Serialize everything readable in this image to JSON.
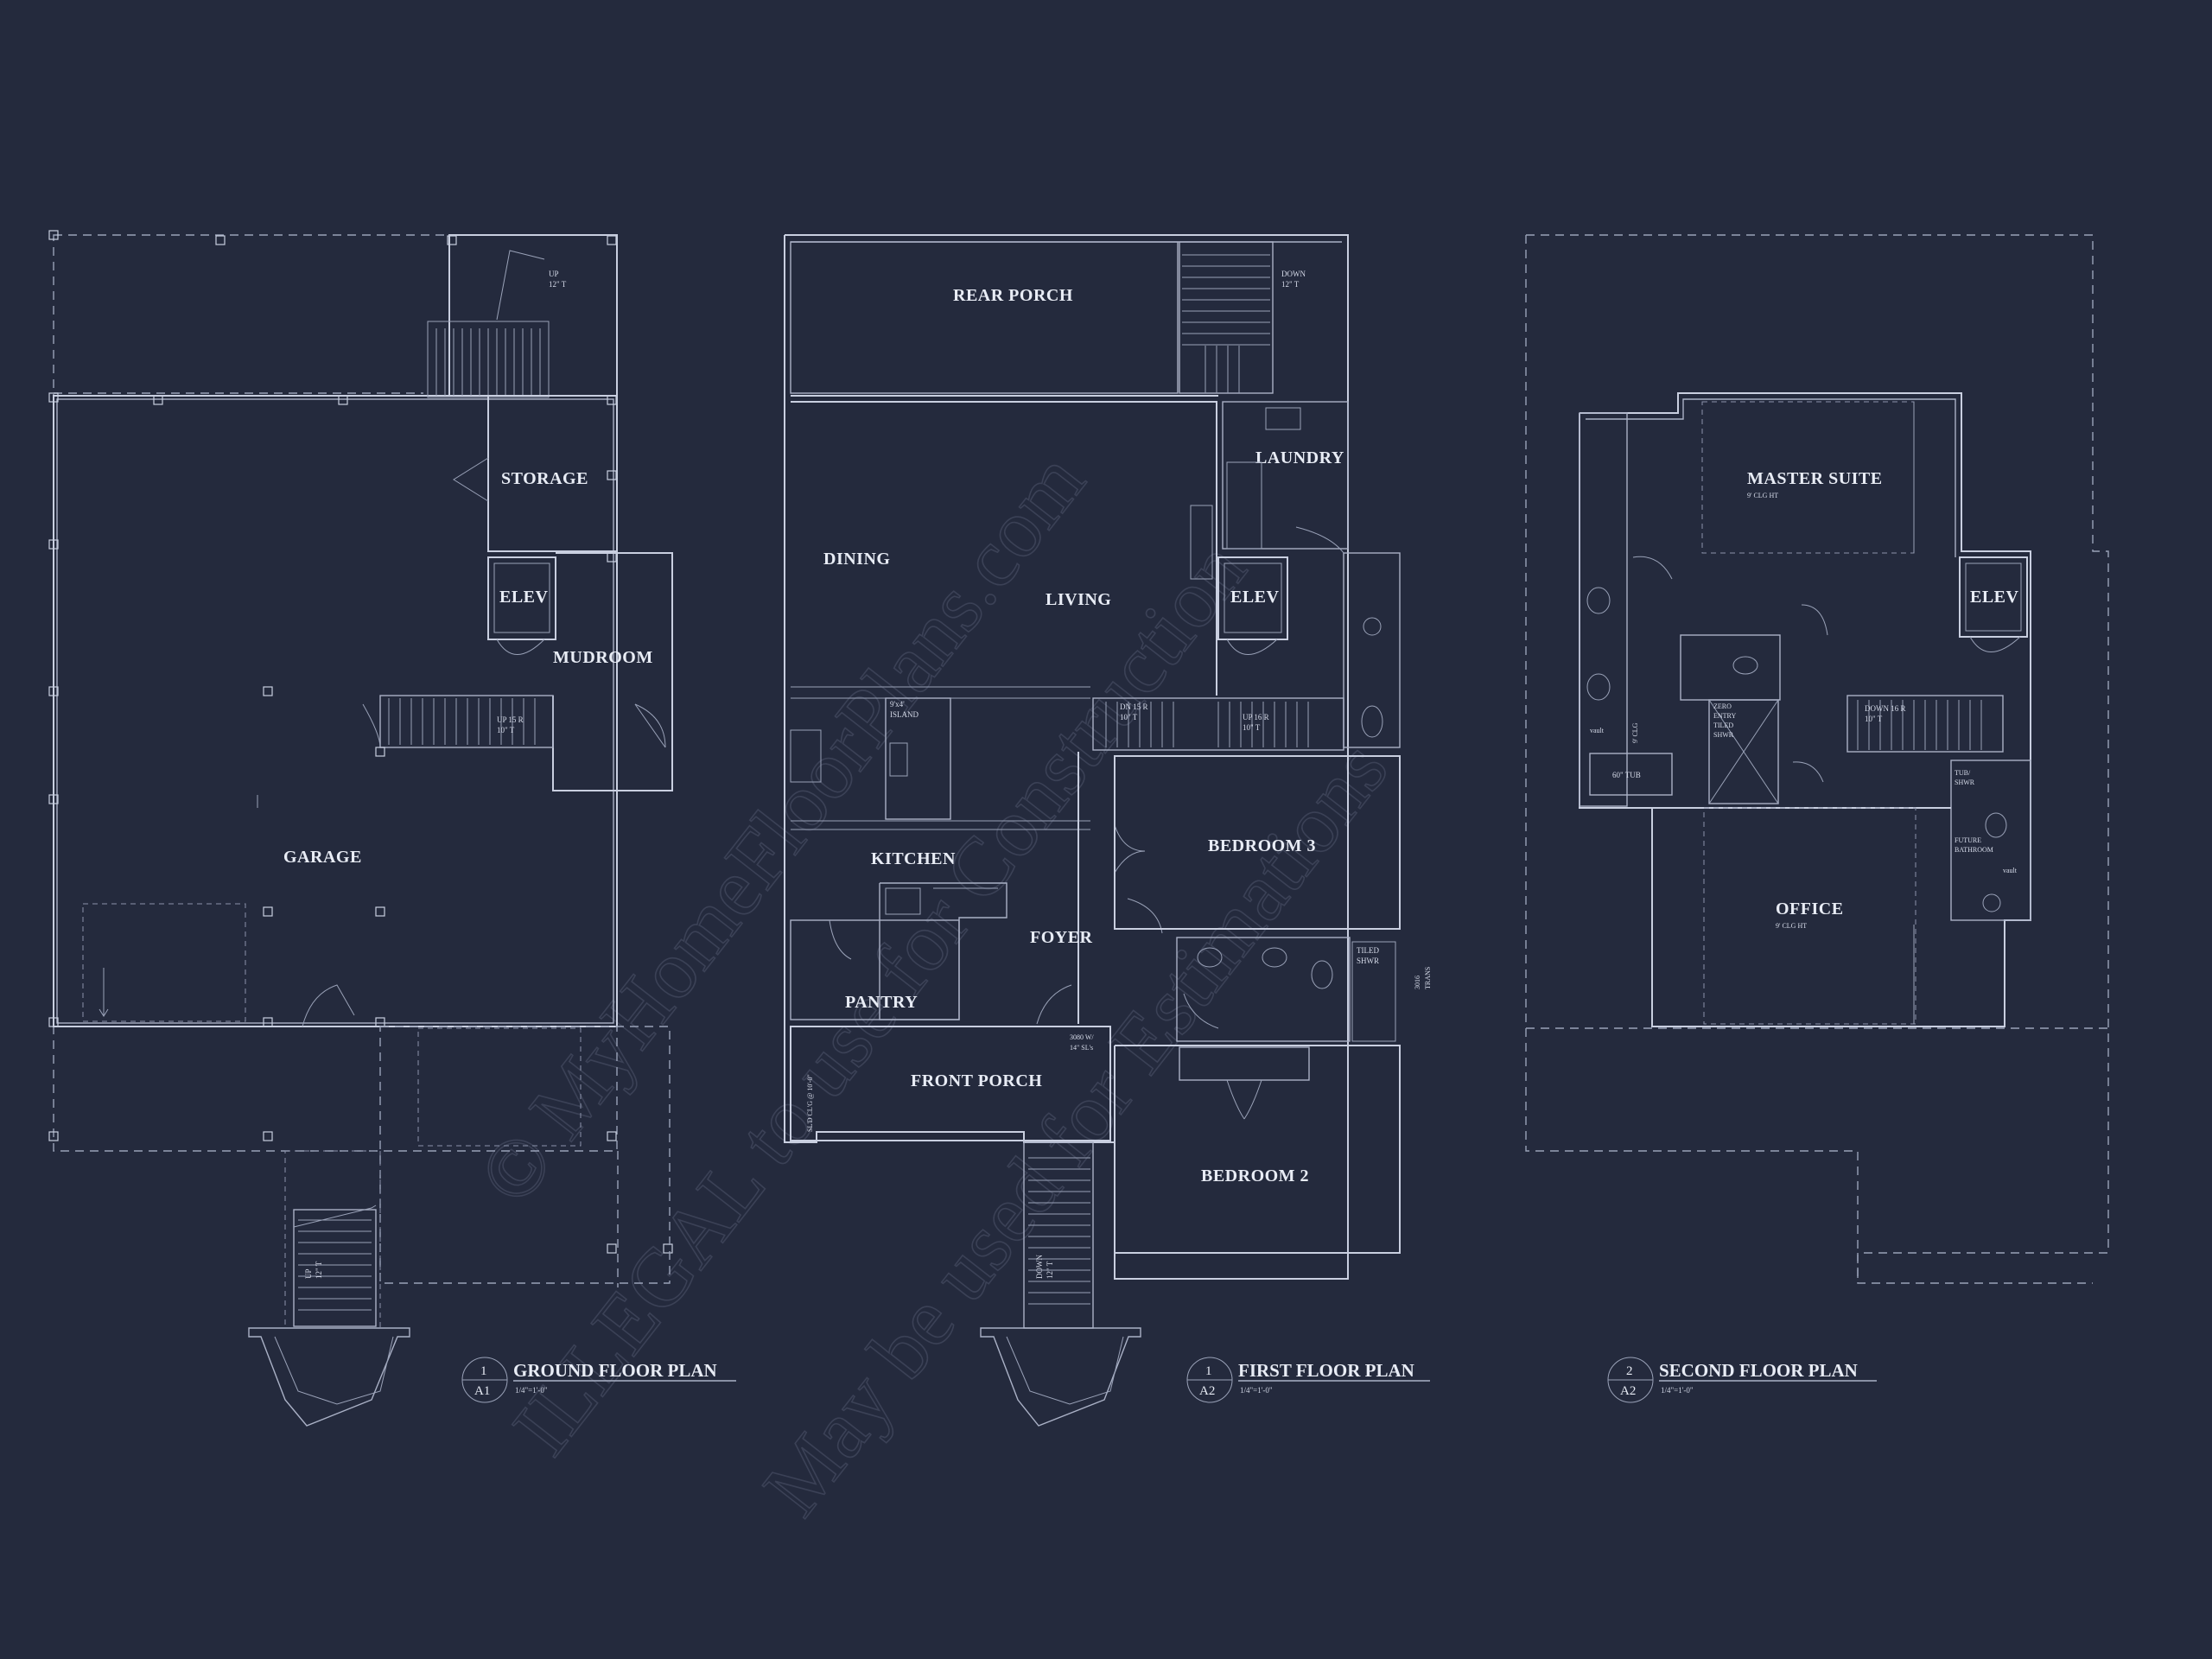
{
  "ground_floor": {
    "rooms": {
      "garage": "GARAGE",
      "storage": "STORAGE",
      "elev": "ELEV",
      "mudroom": "MUDROOM"
    },
    "notes": {
      "stair_rear": "UP",
      "stair_rear_sub": "12\" T",
      "stair_inner": "UP 15 R",
      "stair_inner_sub": "10\" T",
      "stair_front": "UP",
      "stair_front_sub": "12\" T"
    },
    "title": {
      "number": "1",
      "sheet": "A1",
      "name": "GROUND FLOOR PLAN",
      "scale": "1/4\"=1'-0\""
    }
  },
  "first_floor": {
    "rooms": {
      "rear_porch": "REAR PORCH",
      "laundry": "LAUNDRY",
      "dining": "DINING",
      "living": "LIVING",
      "elev": "ELEV",
      "kitchen": "KITCHEN",
      "foyer": "FOYER",
      "pantry": "PANTRY",
      "front_porch": "FRONT PORCH",
      "bedroom3": "BEDROOM 3",
      "bedroom2": "BEDROOM 2"
    },
    "notes": {
      "down_rear": "DOWN",
      "down_rear_sub": "12\" T",
      "island": "9'x4'",
      "island_sub": "ISLAND",
      "dn": "DN 15 R",
      "dn_sub": "10\" T",
      "up": "UP 16 R",
      "up_sub": "10\" T",
      "tiled": "TILED",
      "tiled_sub": "SHWR",
      "trans": "3016",
      "trans_sub": "TRANS",
      "door": "3080 W/",
      "door_sub": "14\" SL's",
      "ceiling": "SL'D CL'G @ 10'-0\"",
      "down_front": "DOWN",
      "down_front_sub": "12\" T"
    },
    "title": {
      "number": "1",
      "sheet": "A2",
      "name": "FIRST FLOOR PLAN",
      "scale": "1/4\"=1'-0\""
    }
  },
  "second_floor": {
    "rooms": {
      "master": "MASTER SUITE",
      "master_sub": "9' CLG HT",
      "elev": "ELEV",
      "office": "OFFICE",
      "office_sub": "9' CLG HT"
    },
    "notes": {
      "zero1": "ZERO",
      "zero2": "ENTRY",
      "zero3": "TILED",
      "zero4": "SHWR",
      "tub": "60\" TUB",
      "vault1": "vault",
      "clg": "9' CLG",
      "down": "DOWN 16 R",
      "down_sub": "10\" T",
      "tubshwr1": "TUB/",
      "tubshwr2": "SHWR",
      "future1": "FUTURE",
      "future2": "BATHROOM",
      "vault2": "vault"
    },
    "title": {
      "number": "2",
      "sheet": "A2",
      "name": "SECOND FLOOR PLAN",
      "scale": "1/4\"=1'-0\""
    }
  },
  "watermark": {
    "line1": "© MyHomeFloorPlans.com",
    "line2": "ILLEGAL to use for Construction",
    "line3": "May be used for Estimations"
  },
  "colors": {
    "background": "#242a3d",
    "lines": "#c9cfe0",
    "text": "#e8ecf5"
  }
}
